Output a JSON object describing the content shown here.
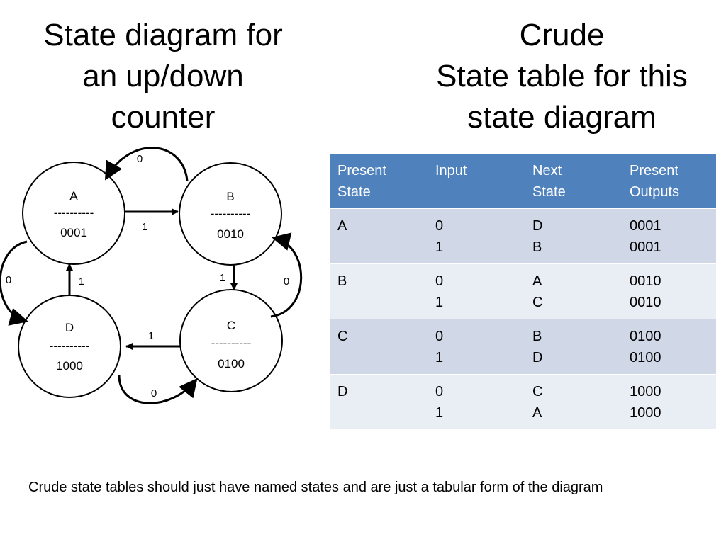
{
  "left_title": [
    "State diagram for",
    "an up/down",
    "counter"
  ],
  "right_title": [
    "Crude",
    "State table for this",
    "state diagram"
  ],
  "diagram": {
    "states": [
      {
        "id": "A",
        "name": "A",
        "separator": "----------",
        "output": "0001"
      },
      {
        "id": "B",
        "name": "B",
        "separator": "----------",
        "output": "0010"
      },
      {
        "id": "C",
        "name": "C",
        "separator": "----------",
        "output": "0100"
      },
      {
        "id": "D",
        "name": "D",
        "separator": "----------",
        "output": "1000"
      }
    ],
    "transitions": [
      {
        "from": "A",
        "to": "B",
        "input": "1"
      },
      {
        "from": "B",
        "to": "C",
        "input": "1"
      },
      {
        "from": "C",
        "to": "D",
        "input": "1"
      },
      {
        "from": "D",
        "to": "A",
        "input": "1"
      },
      {
        "from": "B",
        "to": "A",
        "input": "0"
      },
      {
        "from": "C",
        "to": "B",
        "input": "0"
      },
      {
        "from": "D",
        "to": "C",
        "input": "0"
      },
      {
        "from": "A",
        "to": "D",
        "input": "0"
      }
    ]
  },
  "table": {
    "headers": [
      [
        "Present",
        "State"
      ],
      [
        "Input"
      ],
      [
        "Next",
        "State"
      ],
      [
        "Present",
        "Outputs"
      ]
    ],
    "rows": [
      {
        "state": "A",
        "inputs": [
          "0",
          "1"
        ],
        "next": [
          "D",
          "B"
        ],
        "outputs": [
          "0001",
          "0001"
        ]
      },
      {
        "state": "B",
        "inputs": [
          "0",
          "1"
        ],
        "next": [
          "A",
          "C"
        ],
        "outputs": [
          "0010",
          "0010"
        ]
      },
      {
        "state": "C",
        "inputs": [
          "0",
          "1"
        ],
        "next": [
          "B",
          "D"
        ],
        "outputs": [
          "0100",
          "0100"
        ]
      },
      {
        "state": "D",
        "inputs": [
          "0",
          "1"
        ],
        "next": [
          "C",
          "A"
        ],
        "outputs": [
          "1000",
          "1000"
        ]
      }
    ]
  },
  "footnote": "Crude state tables should just have named states and are just a tabular form of the diagram",
  "colors": {
    "header_bg": "#4f81bd",
    "row_odd": "#d0d8e8",
    "row_even": "#e9edf4",
    "header_text": "#ffffff",
    "stroke": "#000000"
  }
}
